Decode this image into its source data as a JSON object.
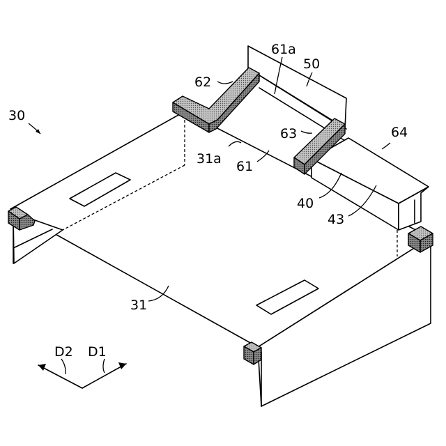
{
  "figure": {
    "ref_30": "30",
    "ref_31": "31",
    "ref_31a": "31a",
    "ref_40": "40",
    "ref_43": "43",
    "ref_50": "50",
    "ref_61": "61",
    "ref_61a": "61a",
    "ref_62": "62",
    "ref_63": "63",
    "ref_64": "64",
    "dir_d1": "D1",
    "dir_d2": "D2"
  }
}
